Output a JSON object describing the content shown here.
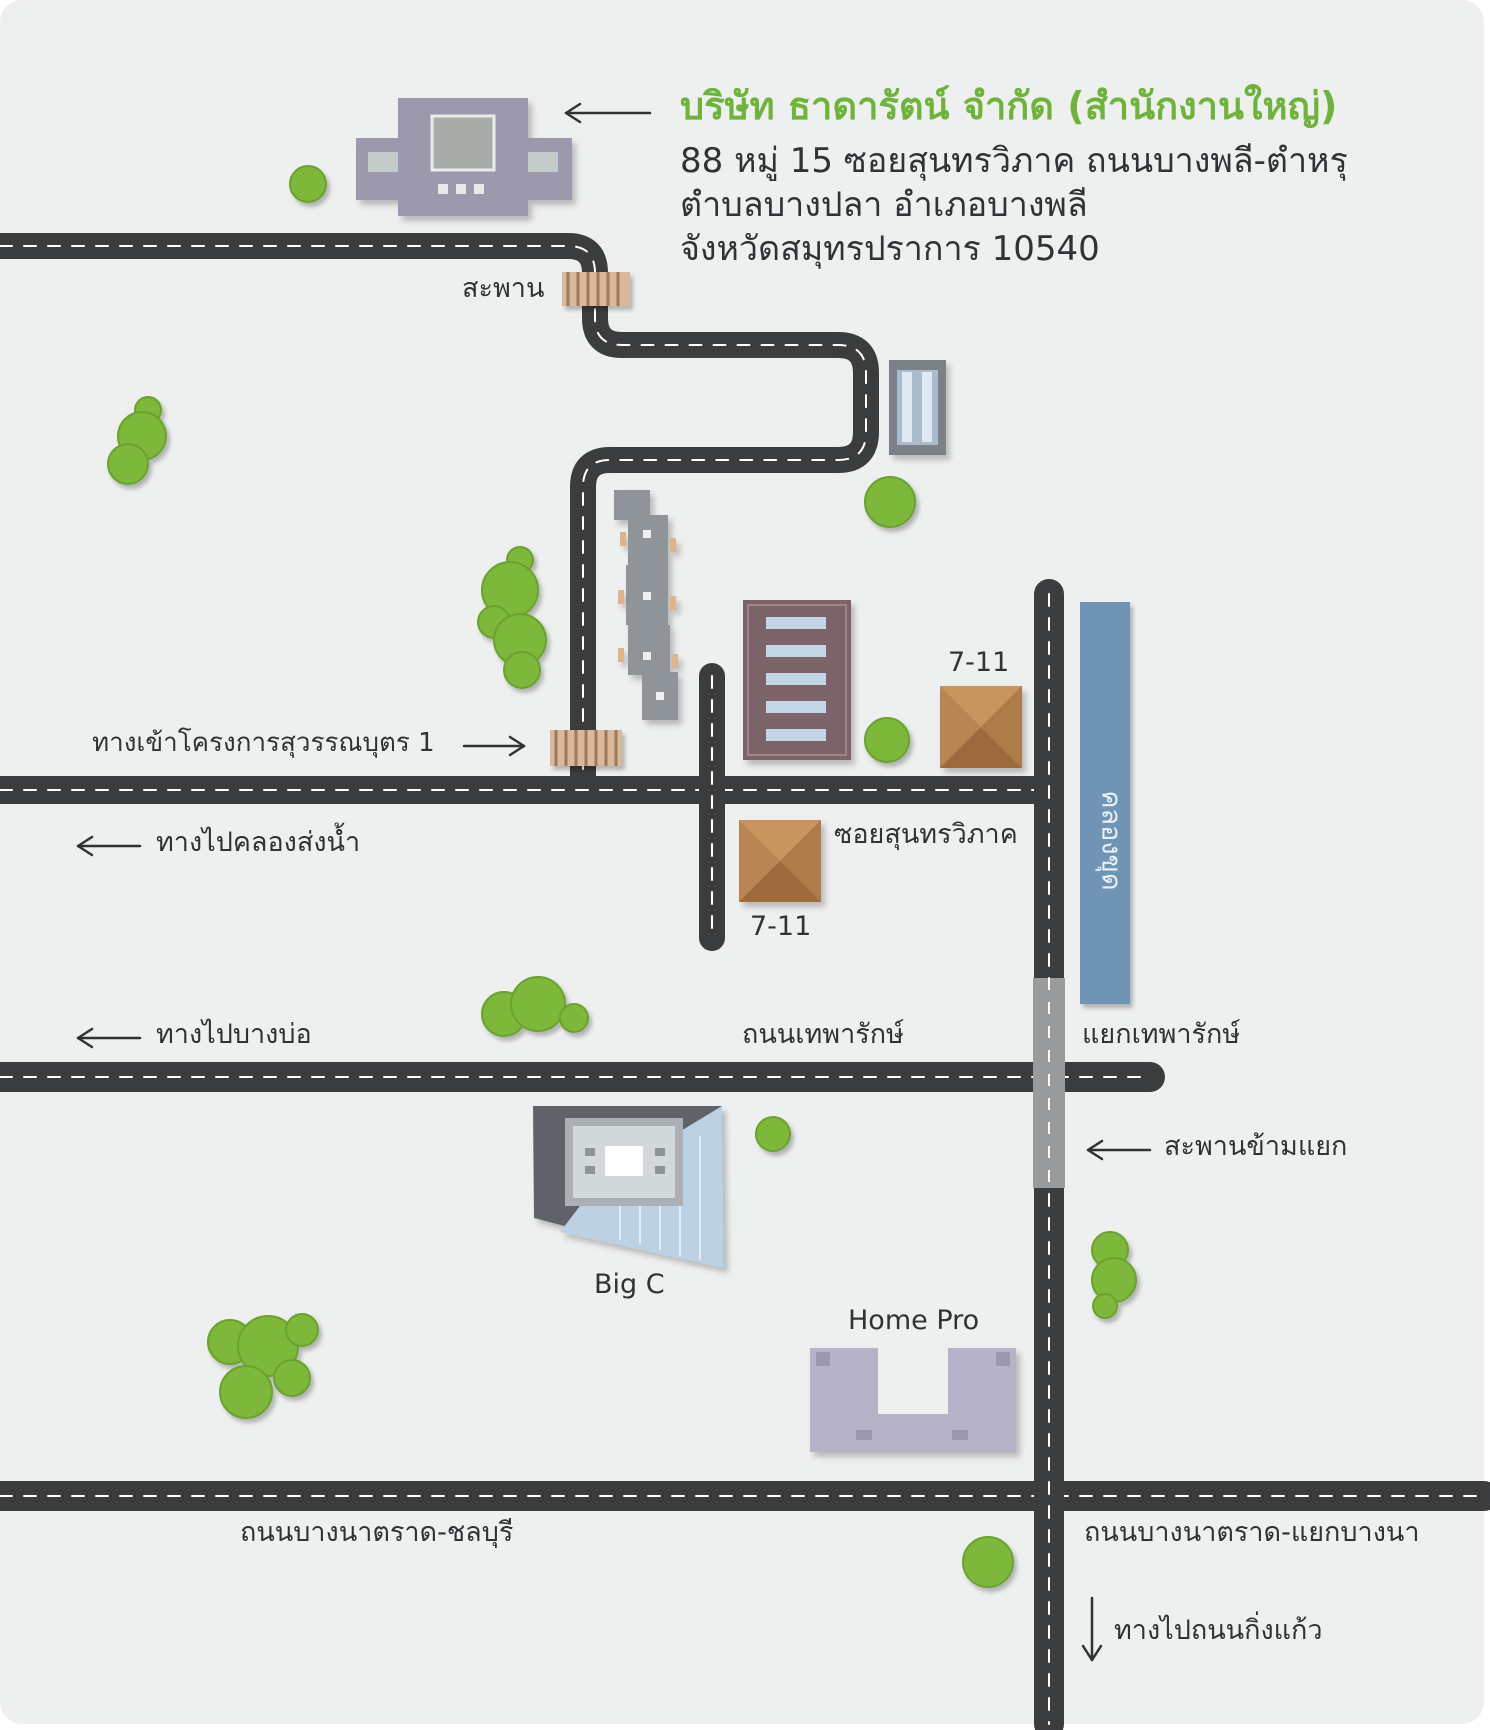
{
  "company": {
    "name": "บริษัท ธาดารัตน์ จำกัด (สำนักงานใหญ่)",
    "address_line1": "88 หมู่ 15 ซอยสุนทรวิภาค ถนนบางพลี-ตำหรุ",
    "address_line2": "ตำบลบางปลา อำเภอบางพลี",
    "address_line3": "จังหวัดสมุทรปราการ 10540"
  },
  "labels": {
    "bridge": "สะพาน",
    "project_entrance": "ทางเข้าโครงการสุวรรณบุตร 1",
    "to_khlong_song_nam": "ทางไปคลองส่งน้ำ",
    "soi_sunthon_wiphak": "ซอยสุนทรวิภาค",
    "seven_eleven_top": "7-11",
    "seven_eleven_bottom": "7-11",
    "canal": "คลองขุด",
    "to_bang_bo": "ทางไปบางบ่อ",
    "thepharak_road": "ถนนเทพารักษ์",
    "thepharak_junction": "แยกเทพารักษ์",
    "junction_overpass": "สะพานข้ามแยก",
    "big_c": "Big C",
    "home_pro": "Home Pro",
    "bangna_chonburi": "ถนนบางนาตราด-ชลบุรี",
    "bangna_junction": "ถนนบางนาตราด-แยกบางนา",
    "to_king_kaew": "ทางไปถนนกิ่งแก้ว"
  },
  "colors": {
    "background": "#eef0ef",
    "road": "#3b3c3e",
    "road_dash": "#ffffff",
    "title": "#6fb43a",
    "text": "#2e3336",
    "canal": "#6f94b3",
    "tree": "#7db83a",
    "building_purple": "#9d99ad",
    "building_brown": "#7c6469",
    "roof_brown": "#b98553"
  }
}
